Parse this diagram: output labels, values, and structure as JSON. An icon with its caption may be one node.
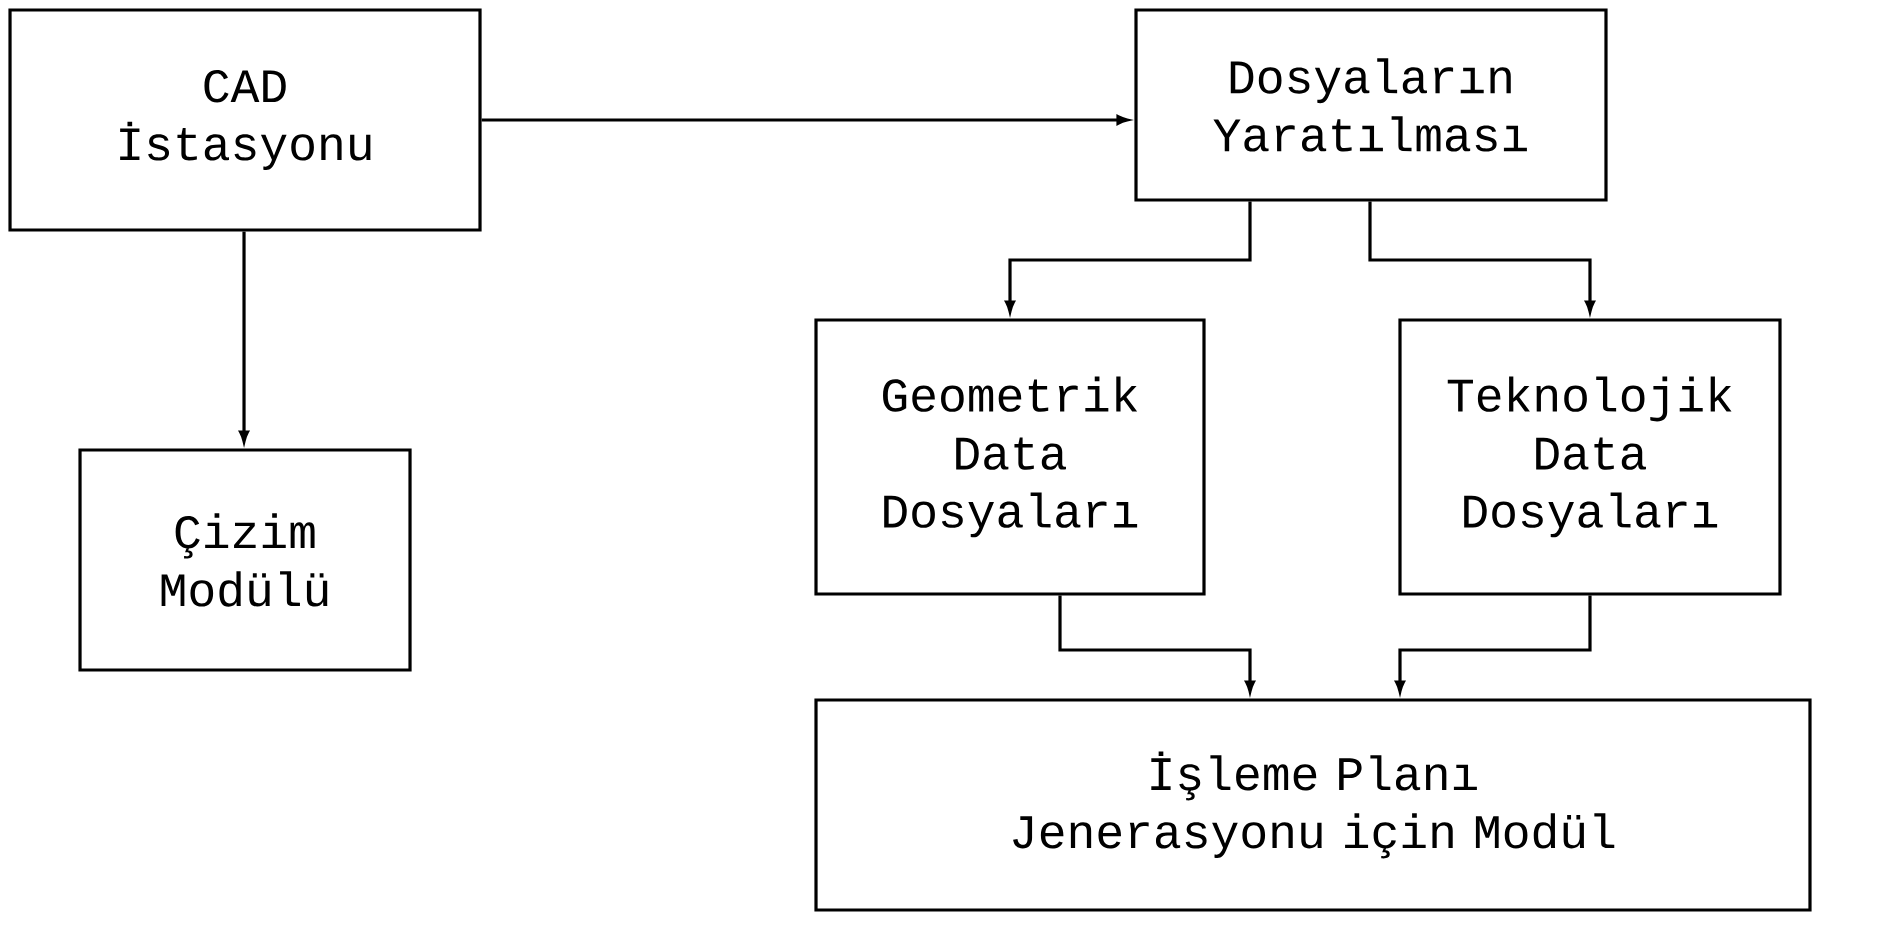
{
  "diagram": {
    "nodes": [
      {
        "text": [
          "CAD İstasyonu"
        ]
      },
      {
        "text": [
          "Dosyaların Yaratılması"
        ]
      },
      {
        "text": [
          "Çizim Modülü"
        ]
      },
      {
        "text": [
          "Geometrik Data Dosyaları"
        ]
      },
      {
        "text": [
          "Teknolojik Data Dosyaları"
        ]
      },
      {
        "text": [
          "İşleme Planı Jenerasyonu için Modül"
        ]
      }
    ],
    "edges": [
      {
        "from": 0,
        "to": 1,
        "arrow": "to"
      },
      {
        "from": 0,
        "to": 2,
        "arrow": "to"
      },
      {
        "from": 1,
        "to": 3,
        "arrow": "to"
      },
      {
        "from": 1,
        "to": 4,
        "arrow": "to"
      },
      {
        "from": 3,
        "to": 5,
        "arrow": "to"
      },
      {
        "from": 4,
        "to": 5,
        "arrow": "to"
      }
    ]
  }
}
